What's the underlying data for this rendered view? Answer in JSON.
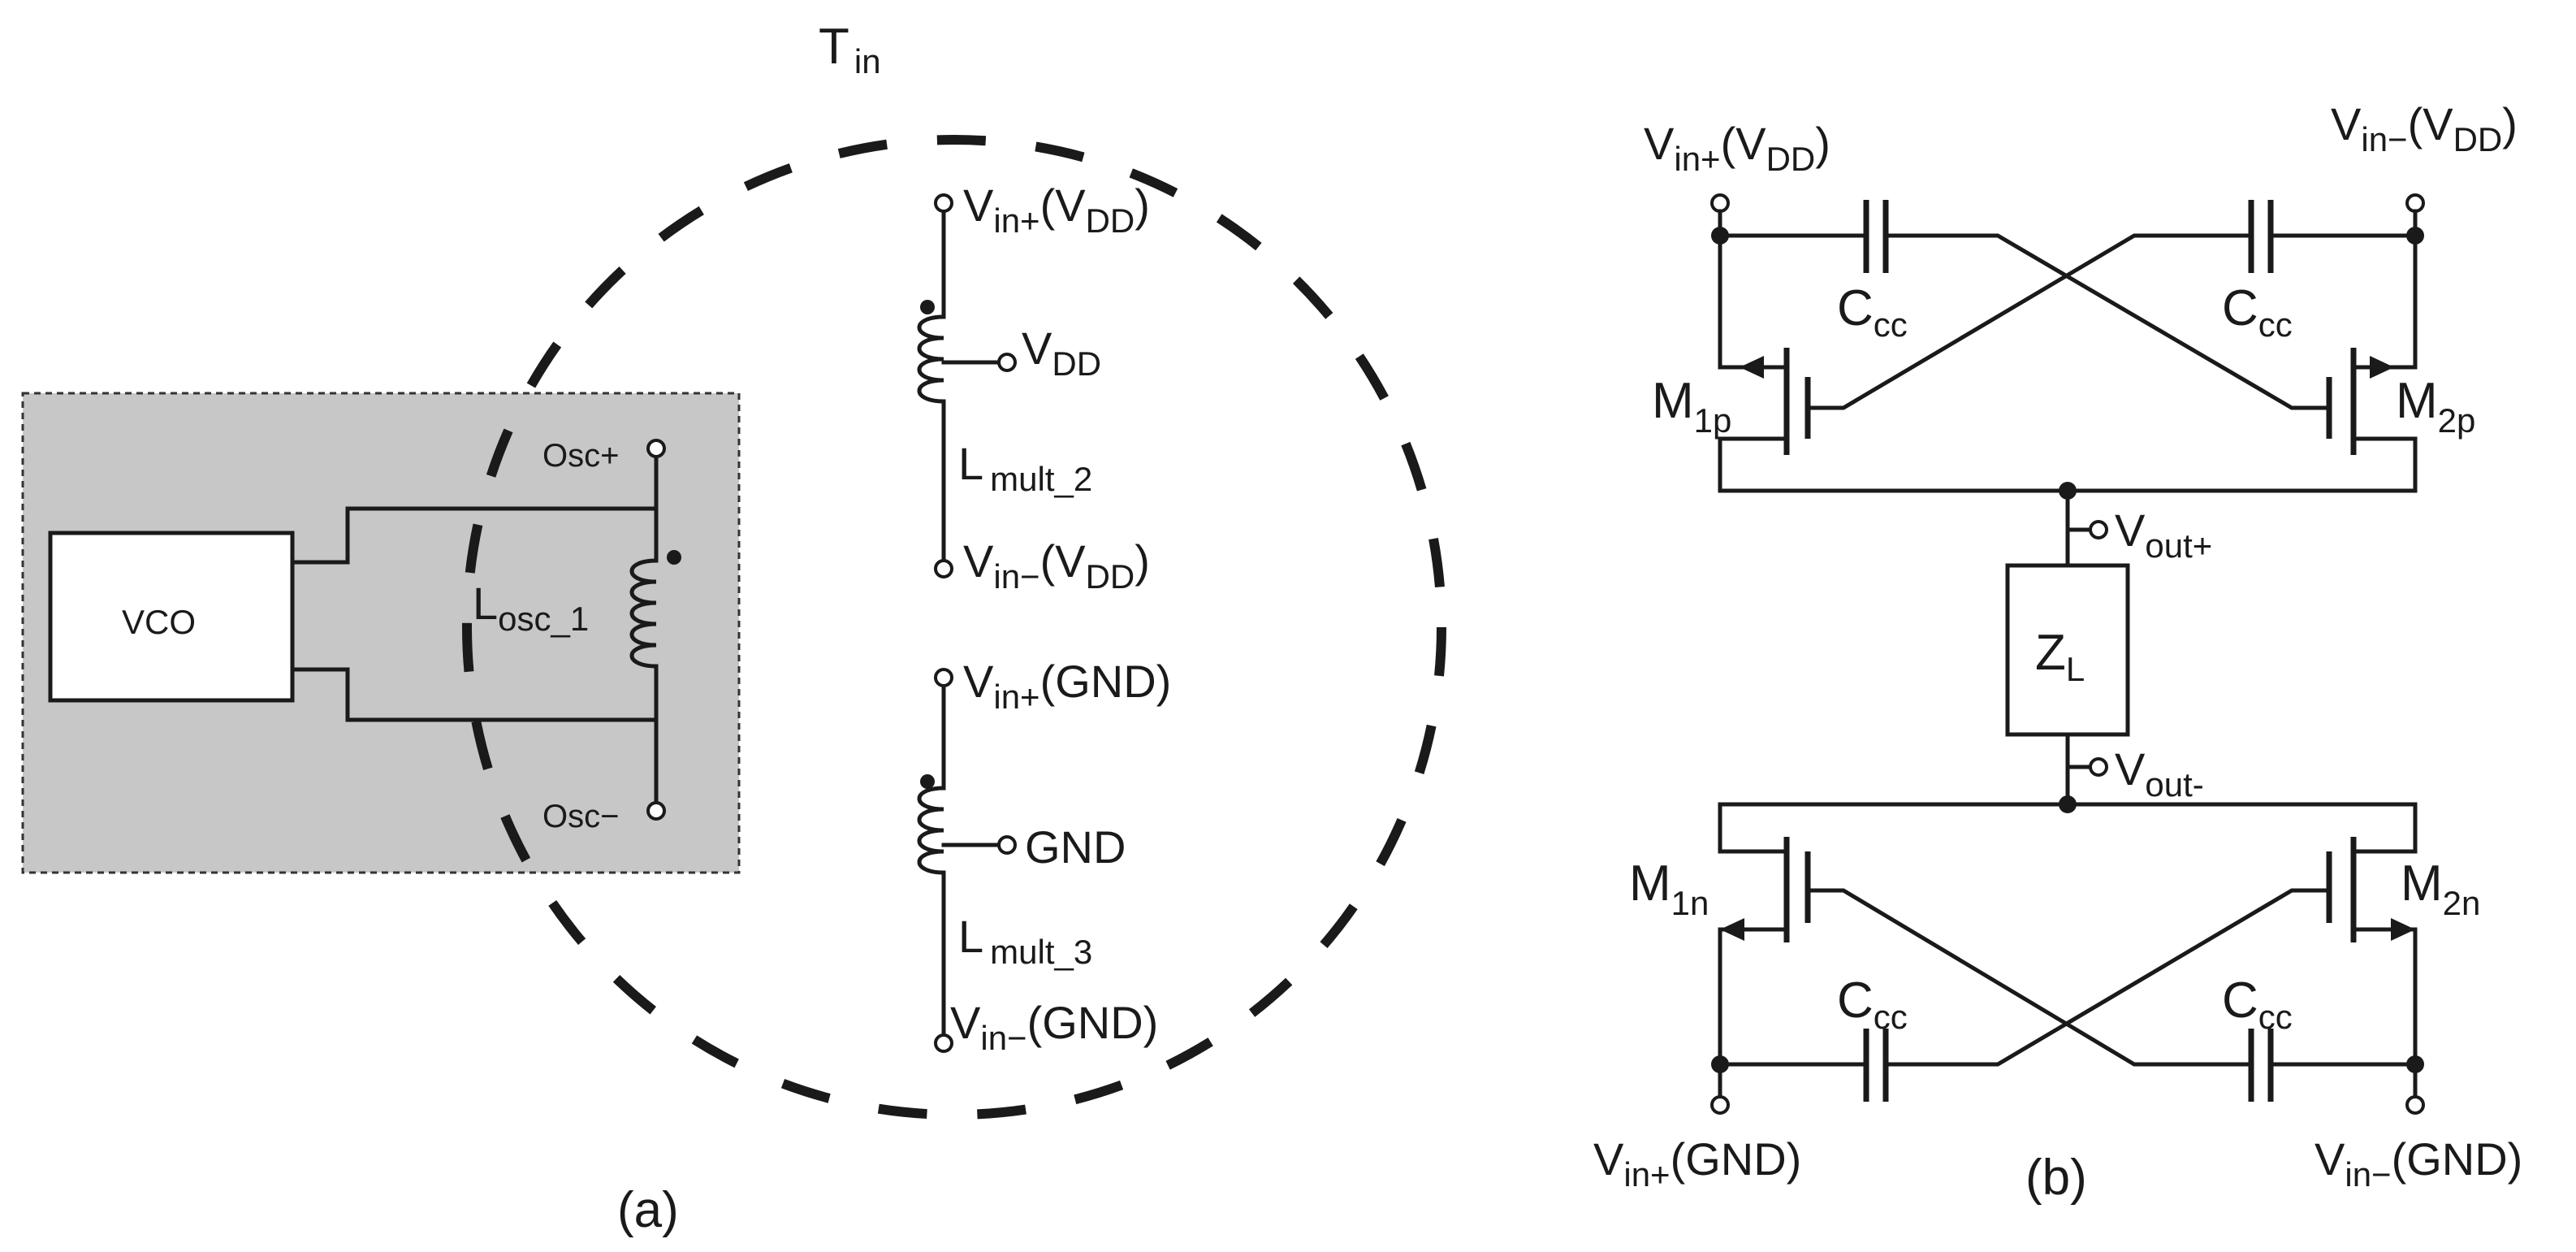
{
  "panel_a": {
    "caption": "(a)",
    "transformer": {
      "label_main": "T",
      "label_sub": "in"
    },
    "vco_box": {
      "label": "VCO"
    },
    "osc_plus": "Osc+",
    "osc_minus": "Osc−",
    "l_osc": {
      "main": "L",
      "sub": "osc_1"
    },
    "mult2": {
      "top": {
        "v": "V",
        "sub": "in+",
        "rest": "(V",
        "rest_sub": "DD",
        "close": ")"
      },
      "tap": {
        "v": "V",
        "sub": "DD"
      },
      "inductor": {
        "main": "L",
        "sub": "mult_2"
      },
      "bottom": {
        "v": "V",
        "sub": "in−",
        "rest": "(V",
        "rest_sub": "DD",
        "close": ")"
      }
    },
    "mult3": {
      "top": {
        "v": "V",
        "sub": "in+",
        "rest": "(GND)"
      },
      "tap": "GND",
      "inductor": {
        "main": "L",
        "sub": "mult_3"
      },
      "bottom": {
        "v": "V",
        "sub": "in−",
        "rest": "(GND)"
      }
    }
  },
  "panel_b": {
    "caption": "(b)",
    "vin_plus_vdd": {
      "v": "V",
      "sub": "in+",
      "rest": "(V",
      "rest_sub": "DD",
      "close": ")"
    },
    "vin_minus_vdd": {
      "v": "V",
      "sub": "in−",
      "rest": "(V",
      "rest_sub": "DD",
      "close": ")"
    },
    "vin_plus_gnd": {
      "v": "V",
      "sub": "in+",
      "rest": "(GND)"
    },
    "vin_minus_gnd": {
      "v": "V",
      "sub": "in−",
      "rest": "(GND)"
    },
    "cap_label": {
      "main": "C",
      "sub": "cc"
    },
    "m1p": {
      "main": "M",
      "sub": "1p"
    },
    "m2p": {
      "main": "M",
      "sub": "2p"
    },
    "m1n": {
      "main": "M",
      "sub": "1n"
    },
    "m2n": {
      "main": "M",
      "sub": "2n"
    },
    "vout_plus": {
      "main": "V",
      "sub": "out+"
    },
    "vout_minus": {
      "main": "V",
      "sub": "out-"
    },
    "zl": {
      "main": "Z",
      "sub": "L"
    }
  }
}
